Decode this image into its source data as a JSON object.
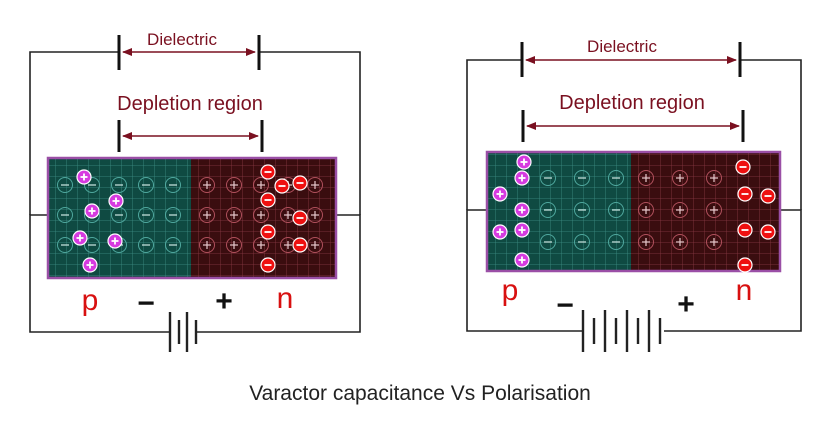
{
  "caption": "Varactor capacitance Vs Polarisation",
  "colors": {
    "wire": "#222222",
    "p_region": "#0f4a42",
    "n_region": "#3a0d0f",
    "junction_border": "#9a4fa6",
    "grid_p": "#3f8f86",
    "grid_n": "#8a3a45",
    "hole": "#d63ae0",
    "electron": "#ee1010",
    "arrow": "#7a1020",
    "label_red": "#d81010",
    "dielectric_text": "#7a1020"
  },
  "diagrams": [
    {
      "id": "left",
      "dielectric_label": "Dielectric",
      "depletion_label": "Depletion region",
      "p_label": "p",
      "n_label": "n",
      "battery_minus": "−",
      "battery_plus": "+"
    },
    {
      "id": "right",
      "dielectric_label": "Dielectric",
      "depletion_label": "Depletion region",
      "p_label": "p",
      "n_label": "n",
      "battery_minus": "−",
      "battery_plus": "+"
    }
  ]
}
